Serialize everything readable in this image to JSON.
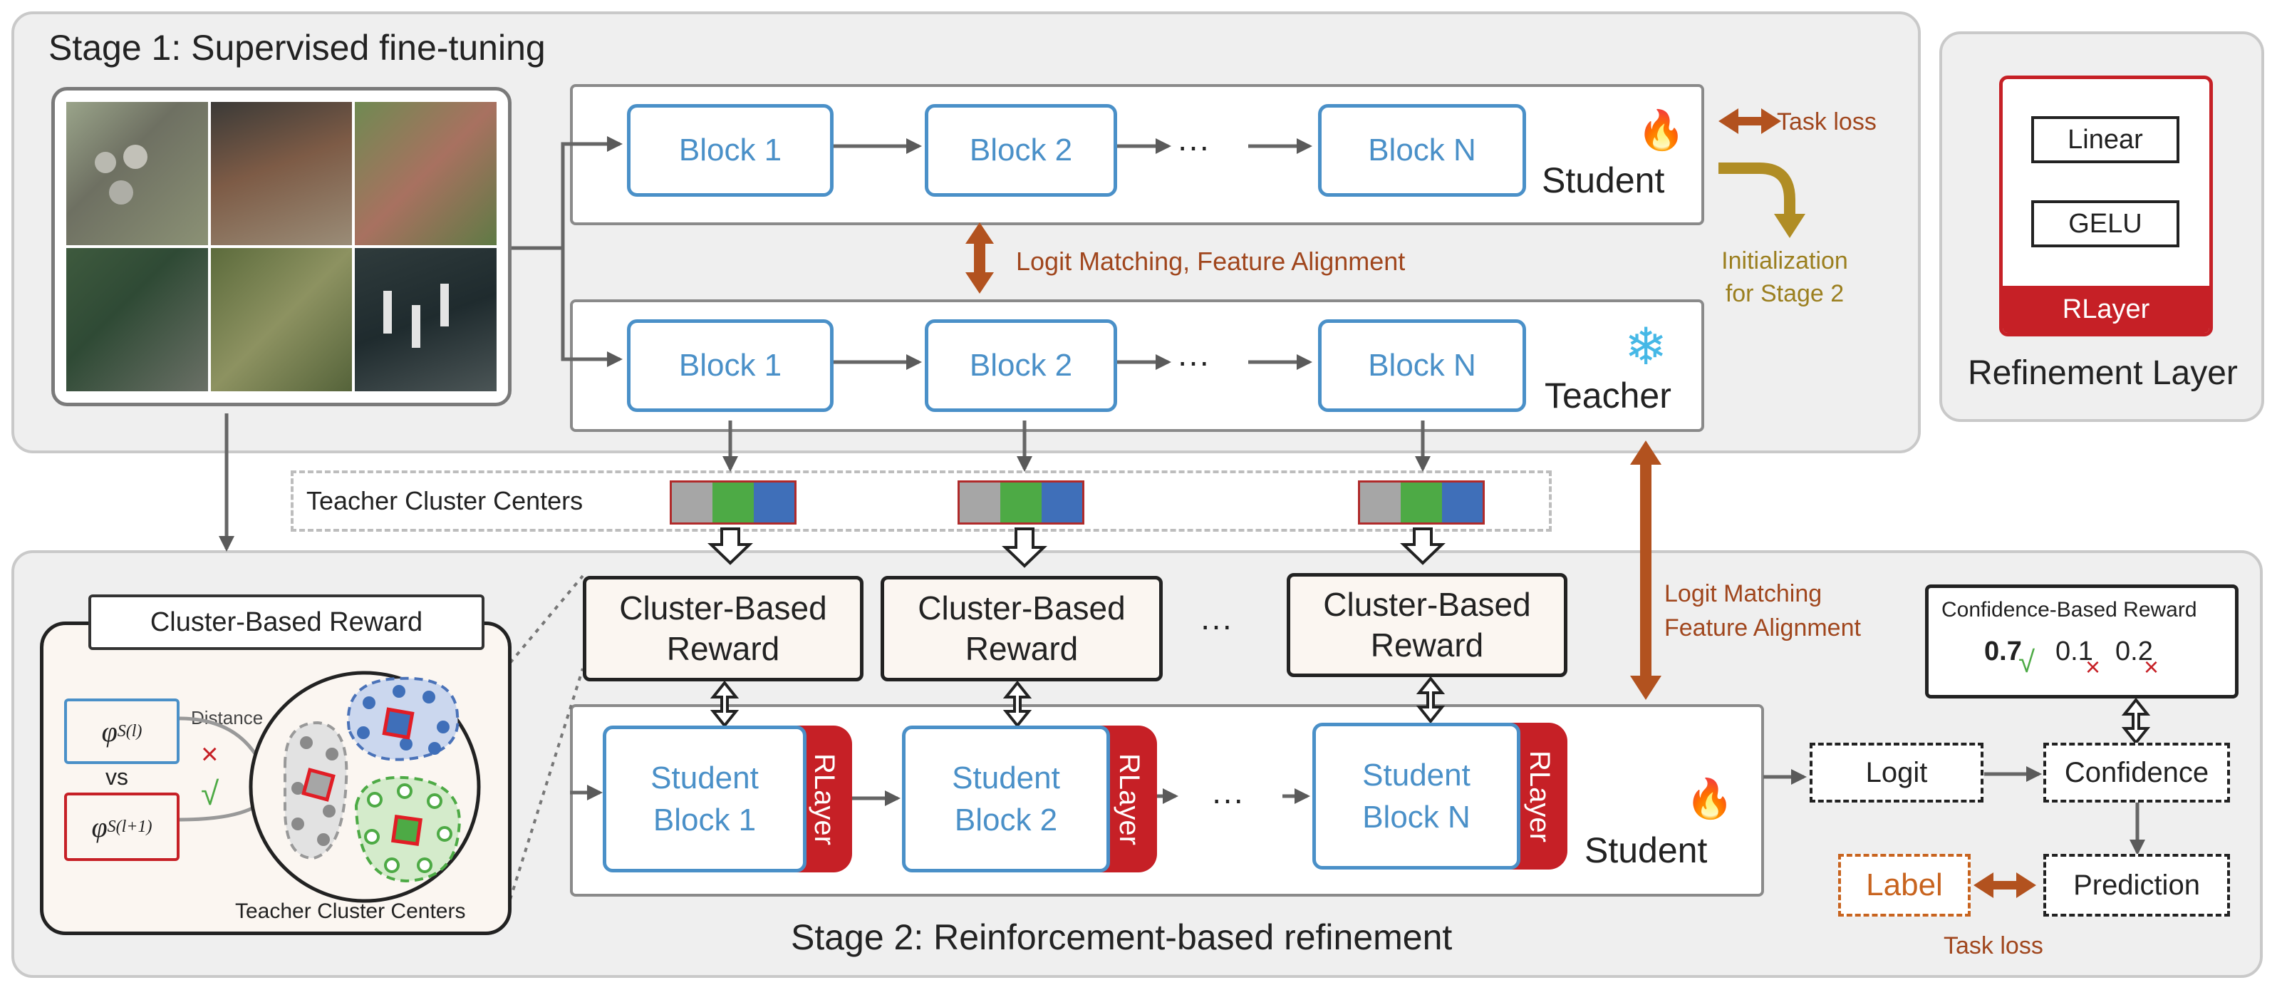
{
  "stage1": {
    "title": "Stage 1: Supervised fine-tuning",
    "task_loss": "Task loss",
    "logit_matching": "Logit Matching, Feature Alignment",
    "initialization_line1": "Initialization",
    "initialization_line2": "for Stage 2",
    "student_label": "Student",
    "teacher_label": "Teacher",
    "student_blocks": [
      "Block 1",
      "Block 2",
      "Block N"
    ],
    "teacher_blocks": [
      "Block 1",
      "Block 2",
      "Block N"
    ],
    "ellipsis": "···"
  },
  "refinement_layer": {
    "title": "Refinement Layer",
    "linear": "Linear",
    "gelu": "GELU",
    "rlayer": "RLayer"
  },
  "teacher_cluster_centers_label": "Teacher Cluster Centers",
  "cluster_center_colors": [
    "#a6a6a6",
    "#4daa45",
    "#3f6fb9"
  ],
  "stage2": {
    "title": "Stage 2: Reinforcement-based refinement",
    "reward_boxes": [
      "Cluster-Based Reward",
      "Cluster-Based Reward",
      "Cluster-Based Reward"
    ],
    "ellipsis": "···",
    "student_blocks": [
      {
        "line1": "Student",
        "line2": "Block 1"
      },
      {
        "line1": "Student",
        "line2": "Block 2"
      },
      {
        "line1": "Student",
        "line2": "Block N"
      }
    ],
    "rlayer": "RLayer",
    "student_label": "Student",
    "logit_matching_line1": "Logit Matching",
    "logit_matching_line2": "Feature Alignment"
  },
  "cluster_reward_panel": {
    "title": "Cluster-Based Reward",
    "distance": "Distance",
    "vs": "vs",
    "phi_l": "φ",
    "phi_sub": "S",
    "phi_sup_l": "(l)",
    "phi_sup_l1": "(l+1)",
    "cross": "×",
    "check": "√",
    "teacher_cluster_centers": "Teacher Cluster Centers"
  },
  "confidence_panel": {
    "title": "Confidence-Based  Reward",
    "values": [
      "0.7",
      "0.1",
      "0.2"
    ],
    "marks": [
      "√",
      "×",
      "×"
    ],
    "logit": "Logit",
    "confidence": "Confidence",
    "prediction": "Prediction",
    "label": "Label",
    "task_loss": "Task loss"
  },
  "colors": {
    "block_blue": "#4a90c8",
    "rlayer_red": "#c62026",
    "brown_arrow": "#b2521f",
    "olive_arrow": "#b08d25",
    "panel_gray": "#efefef"
  },
  "icons": [
    "fire-icon",
    "snowflake-icon",
    "double-arrow-icon",
    "bent-arrow-icon"
  ]
}
